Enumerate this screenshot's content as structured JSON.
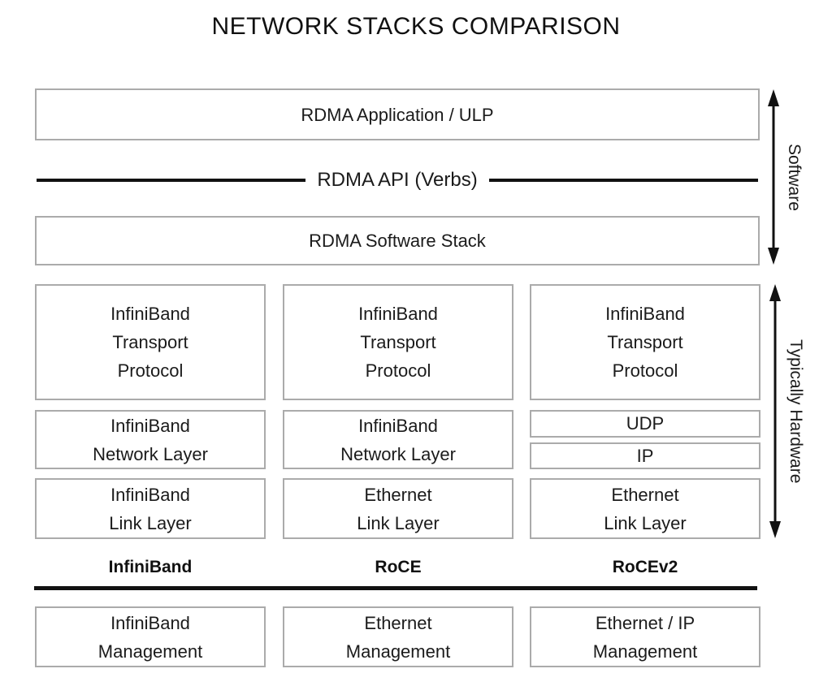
{
  "title": "NETWORK STACKS COMPARISON",
  "colors": {
    "background": "#ffffff",
    "box_border": "#ababab",
    "line_black": "#111111",
    "text": "#1a1a1a"
  },
  "software": {
    "application_box": "RDMA Application / ULP",
    "api_divider_label": "RDMA API (Verbs)",
    "software_stack_box": "RDMA Software Stack",
    "side_label": "Software"
  },
  "hardware": {
    "side_label": "Typically Hardware",
    "columns": [
      {
        "label": "InfiniBand",
        "transport_box": "InfiniBand\nTransport\nProtocol",
        "network_box": "InfiniBand\nNetwork Layer",
        "link_box": "InfiniBand\nLink Layer"
      },
      {
        "label": "RoCE",
        "transport_box": "InfiniBand\nTransport\nProtocol",
        "network_box": "InfiniBand\nNetwork Layer",
        "link_box": "Ethernet\nLink Layer"
      },
      {
        "label": "RoCEv2",
        "transport_box": "InfiniBand\nTransport\nProtocol",
        "udp_box": "UDP",
        "ip_box": "IP",
        "link_box": "Ethernet\nLink Layer"
      }
    ]
  },
  "management": {
    "boxes": [
      "InfiniBand\nManagement",
      "Ethernet\nManagement",
      "Ethernet / IP\nManagement"
    ]
  }
}
